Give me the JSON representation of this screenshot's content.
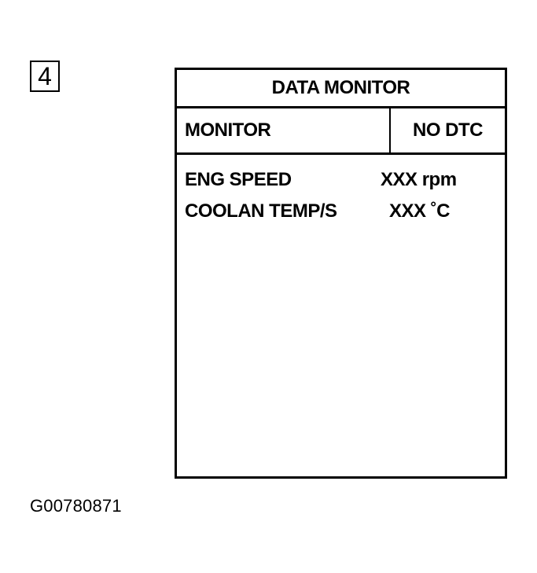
{
  "step_number": "4",
  "screen": {
    "title": "DATA MONITOR",
    "header": {
      "left": "MONITOR",
      "right": "NO DTC"
    },
    "rows": [
      {
        "label": "ENG SPEED",
        "value": "XXX rpm"
      },
      {
        "label": "COOLAN TEMP/S",
        "value": "XXX ˚C"
      }
    ]
  },
  "figure_id": "G00780871"
}
